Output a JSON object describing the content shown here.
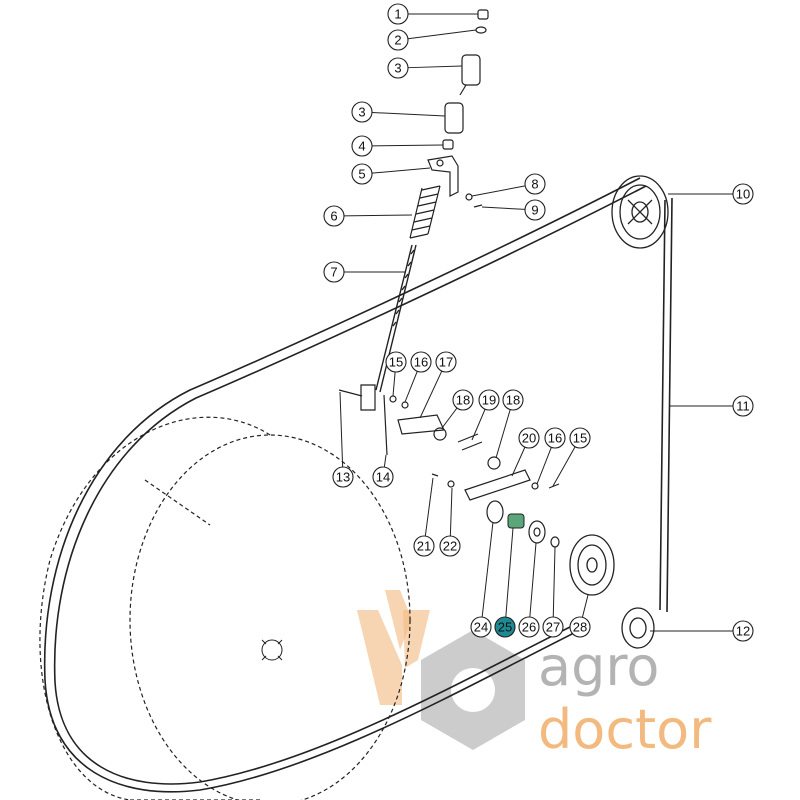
{
  "diagram": {
    "callouts": [
      {
        "id": "c1",
        "label": "1"
      },
      {
        "id": "c2",
        "label": "2"
      },
      {
        "id": "c3a",
        "label": "3"
      },
      {
        "id": "c3b",
        "label": "3"
      },
      {
        "id": "c4",
        "label": "4"
      },
      {
        "id": "c5",
        "label": "5"
      },
      {
        "id": "c6",
        "label": "6"
      },
      {
        "id": "c7",
        "label": "7"
      },
      {
        "id": "c8",
        "label": "8"
      },
      {
        "id": "c9",
        "label": "9"
      },
      {
        "id": "c10",
        "label": "10"
      },
      {
        "id": "c11",
        "label": "11"
      },
      {
        "id": "c12",
        "label": "12"
      },
      {
        "id": "c13",
        "label": "13"
      },
      {
        "id": "c14",
        "label": "14"
      },
      {
        "id": "c15a",
        "label": "15"
      },
      {
        "id": "c16a",
        "label": "16"
      },
      {
        "id": "c17",
        "label": "17"
      },
      {
        "id": "c18a",
        "label": "18"
      },
      {
        "id": "c19",
        "label": "19"
      },
      {
        "id": "c18b",
        "label": "18"
      },
      {
        "id": "c20",
        "label": "20"
      },
      {
        "id": "c16b",
        "label": "16"
      },
      {
        "id": "c15b",
        "label": "15"
      },
      {
        "id": "c21",
        "label": "21"
      },
      {
        "id": "c22",
        "label": "22"
      },
      {
        "id": "c24",
        "label": "24"
      },
      {
        "id": "c25",
        "label": "25",
        "highlight": true
      },
      {
        "id": "c26",
        "label": "26"
      },
      {
        "id": "c27",
        "label": "27"
      },
      {
        "id": "c28",
        "label": "28"
      }
    ],
    "highlight_color": "#1e8a93",
    "line_color": "#222222"
  },
  "watermark": {
    "line1": "agro",
    "line2": "doctor",
    "text_color": "#9a9a9a",
    "accent_color": "#f0a355",
    "hex_color": "#bcbcbc"
  }
}
